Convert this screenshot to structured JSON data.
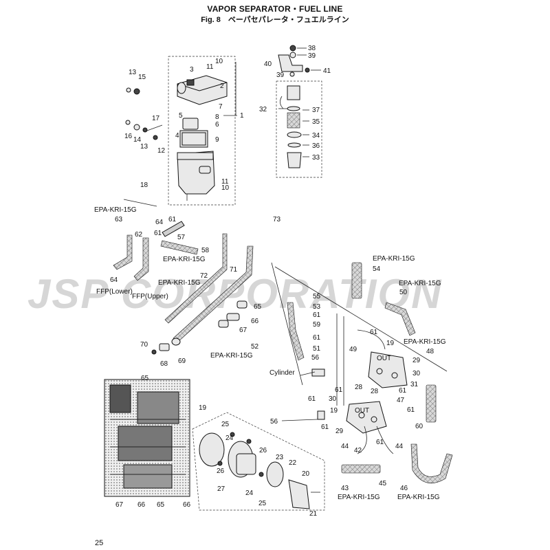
{
  "header": {
    "title": "VAPOR SEPARATOR・FUEL LINE",
    "fig_label": "Fig. 8　ベーパセパレータ・フュエルライン"
  },
  "watermark": "JSP CORPORATION",
  "page_number": "25",
  "labels": {
    "epa_kri": "EPA-KRI-15G",
    "ffp_lower": "FFP(Lower)",
    "ffp_upper": "FFP(Upper)",
    "cylinder": "Cylinder",
    "out": "OUT"
  },
  "callouts": [
    "1",
    "2",
    "3",
    "4",
    "5",
    "6",
    "7",
    "8",
    "9",
    "10",
    "11",
    "12",
    "13",
    "14",
    "15",
    "16",
    "17",
    "18",
    "19",
    "20",
    "21",
    "22",
    "23",
    "24",
    "25",
    "26",
    "27",
    "28",
    "29",
    "30",
    "31",
    "32",
    "33",
    "34",
    "35",
    "36",
    "37",
    "38",
    "39",
    "40",
    "41",
    "42",
    "43",
    "44",
    "45",
    "46",
    "47",
    "48",
    "49",
    "50",
    "51",
    "52",
    "53",
    "54",
    "55",
    "56",
    "57",
    "58",
    "59",
    "60",
    "61",
    "62",
    "63",
    "64",
    "65",
    "66",
    "67",
    "68",
    "69",
    "70",
    "71",
    "72",
    "73"
  ]
}
